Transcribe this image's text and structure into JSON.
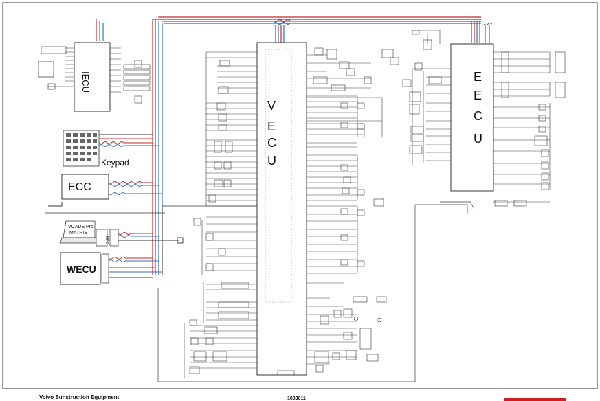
{
  "modules": {
    "iecu": "IECU",
    "vecu": [
      "V",
      "E",
      "C",
      "U"
    ],
    "eecu": [
      "E",
      "E",
      "C",
      "U"
    ],
    "keypad": "Keypad",
    "ecc": "ECC",
    "wecu": "WECU",
    "matris": [
      "VCADS Pro",
      "MATRIS"
    ],
    "mpc": "MPC"
  },
  "footer": {
    "company": "Volvo Sunstruction Equipment",
    "doc_number": "1033011"
  },
  "colors": {
    "power_red": "#c8282a",
    "can_blue": "#3a6fb5",
    "wire": "#3a3a3a",
    "frame": "#333333",
    "logo_red": "#d11f1f"
  }
}
